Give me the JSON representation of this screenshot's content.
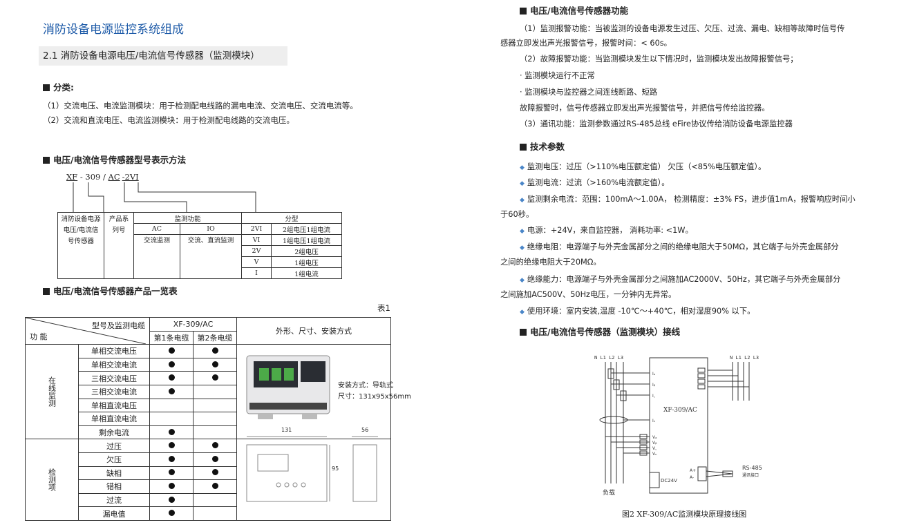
{
  "left": {
    "section_title": "消防设备电源监控系统组成",
    "subhead": "2.1 消防设备电源电压/电流信号传感器（监测模块）",
    "classify_head": "分类:",
    "classify_items": [
      "（1）交流电压、电流监测模块：用于检测配电线路的漏电电流、交流电压、交流电流等。",
      "（2）交流和直流电压、电流监测模块：用于检测配电线路的交流电压。"
    ],
    "model_head": "电压/电流信号传感器型号表示方法",
    "model_code": {
      "p1": "XF",
      "sep1": " - ",
      "p2": "309",
      "sep2": " / ",
      "p3": "AC",
      "p4": "-2VI"
    },
    "model_table": {
      "c1": "消防设备电源电压/电流信号传感器",
      "c2": "产品系列号",
      "func": "监测功能",
      "ac": "AC",
      "io": "IO",
      "ac_desc": "交流监测",
      "io_desc": "交流、直流监测",
      "type": "分型",
      "types": [
        {
          "code": "2VI",
          "desc": "2组电压1组电流"
        },
        {
          "code": "VI",
          "desc": "1组电压1组电流"
        },
        {
          "code": "2V",
          "desc": "2组电压"
        },
        {
          "code": "V",
          "desc": "1组电压"
        },
        {
          "code": "I",
          "desc": "1组电流"
        }
      ]
    },
    "list_head": "电压/电流信号传感器产品一览表",
    "table_no": "表1",
    "product_table": {
      "diag_top": "型号及监测电缆",
      "diag_bottom": "功 能",
      "model": "XF-309/AC",
      "cable1": "第1条电缆",
      "cable2": "第2条电缆",
      "shape_col": "外形、尺寸、安装方式",
      "group1": "在线监测",
      "group2": "检测项",
      "rows": [
        {
          "name": "单相交流电压",
          "c1": true,
          "c2": true
        },
        {
          "name": "单相交流电流",
          "c1": true,
          "c2": true
        },
        {
          "name": "三相交流电压",
          "c1": true,
          "c2": true
        },
        {
          "name": "三相交流电流",
          "c1": true,
          "c2": false
        },
        {
          "name": "单相直流电压",
          "c1": false,
          "c2": false
        },
        {
          "name": "单相直流电流",
          "c1": false,
          "c2": false
        },
        {
          "name": "剩余电流",
          "c1": true,
          "c2": false
        },
        {
          "name": "过压",
          "c1": true,
          "c2": true
        },
        {
          "name": "欠压",
          "c1": true,
          "c2": true
        },
        {
          "name": "缺相",
          "c1": true,
          "c2": true
        },
        {
          "name": "错相",
          "c1": true,
          "c2": true
        },
        {
          "name": "过流",
          "c1": true,
          "c2": false
        },
        {
          "name": "漏电值",
          "c1": true,
          "c2": false
        }
      ],
      "install": "安装方式：导轨式",
      "size": "尺寸：131x95x56mm",
      "dim_w": "131",
      "dim_h": "95",
      "dim_d": "56"
    }
  },
  "right": {
    "func_head": "电压/电流信号传感器功能",
    "func_lines": [
      "（1）监测报警功能：当被监测的设备电源发生过压、欠压、过流、漏电、缺相等故障时信号传",
      "感器立即发出声光报警信号，报警时间：< 60s。",
      "（2）故障报警功能：当监测模块发生以下情况时，监测模块发出故障报警信号；",
      "· 监测模块运行不正常",
      "· 监测模块与监控器之间连线断路、短路",
      "故障报警时，信号传感器立即发出声光报警信号，并把信号传给监控器。",
      "（3）通讯功能：监测参数通过RS-485总线 eFire协议传给消防设备电源监控器"
    ],
    "tech_head": "技术参数",
    "tech_lines": [
      "监测电压：过压（>110%电压额定值） 欠压（<85%电压额定值）。",
      "监测电流：过流（>160%电流额定值）。",
      "监测剩余电流：范围：100mA～1.00A， 检测精度：±3% FS，进步值1mA，报警响应时间小",
      "于60秒。",
      "电源：+24V，来自监控器， 消耗功率: <1W。",
      "绝缘电阻：电源端子与外壳金属部分之间的绝缘电阻大于50MΩ，其它端子与外壳金属部分",
      "之间的绝缘电阻大于20MΩ。",
      "绝缘能力：电源端子与外壳金属部分之间施加AC2000V、50Hz，其它端子与外壳金属部分",
      "之间施加AC500V、50Hz电压，一分钟内无异常。",
      "使用环境：室内安装,温度 -10℃～+40℃，相对湿度90% 以下。"
    ],
    "wiring_head": "电压/电流信号传感器（监测模块）接线",
    "diagram": {
      "left_lines": "N  L1  L2  L3",
      "right_lines": "N  L1  L2  L3",
      "module": "XF-309/AC",
      "power": "DC24V",
      "rs485": "RS-485",
      "comm": "通讯接口",
      "load": "负载",
      "ia": "Iₐ",
      "ib": "Iᵦ",
      "ic": "I꜀",
      "in": "Iₙ",
      "va": "Vₐ",
      "vb": "Vᵦ",
      "vc": "V꜀",
      "vn": "Vₙ",
      "ap": "A+",
      "am": "A-",
      "caption": "图2 XF-309/AC监测模块原理接线图"
    }
  }
}
